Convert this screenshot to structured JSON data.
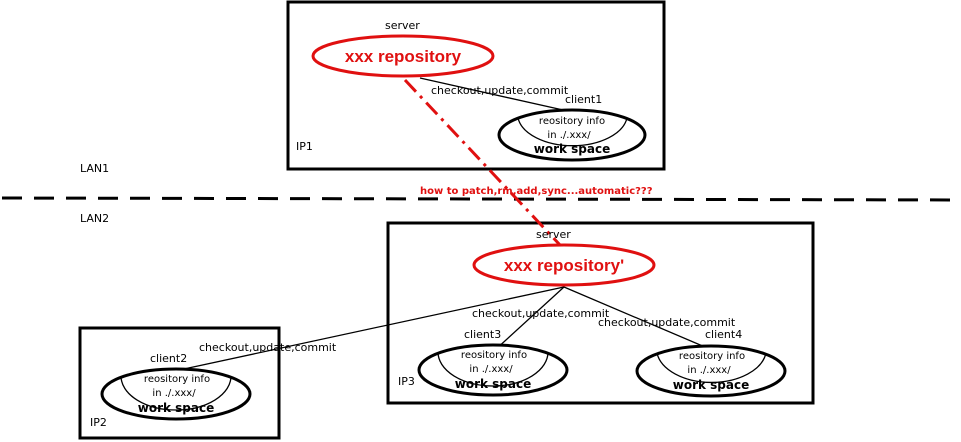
{
  "lan_labels": {
    "lan1": "LAN1",
    "lan2": "LAN2"
  },
  "question": "how to patch,rm,add,sync...automatic???",
  "top": {
    "host": "IP1",
    "server_label": "server",
    "repository": "xxx repository",
    "link_label": "checkout,update,commit",
    "client": {
      "name": "client1",
      "info": "reository info",
      "path": "in ./.xxx/",
      "workspace": "work space"
    }
  },
  "bottom": {
    "host": "IP3",
    "server_label": "server",
    "repository": "xxx repository'",
    "clients": [
      {
        "name": "client3",
        "link_label": "checkout,update,commit",
        "info": "reository info",
        "path": "in ./.xxx/",
        "workspace": "work space"
      },
      {
        "name": "client4",
        "link_label": "checkout,update,commit",
        "info": "reository info",
        "path": "in ./.xxx/",
        "workspace": "work space"
      }
    ]
  },
  "remote": {
    "host": "IP2",
    "client": {
      "name": "client2",
      "link_label": "checkout,update,commit",
      "info": "reository info",
      "path": "in ./.xxx/",
      "workspace": "work space"
    }
  },
  "colors": {
    "repository": "#e01010",
    "sync_link": "#e01010",
    "lines": "#000000"
  }
}
